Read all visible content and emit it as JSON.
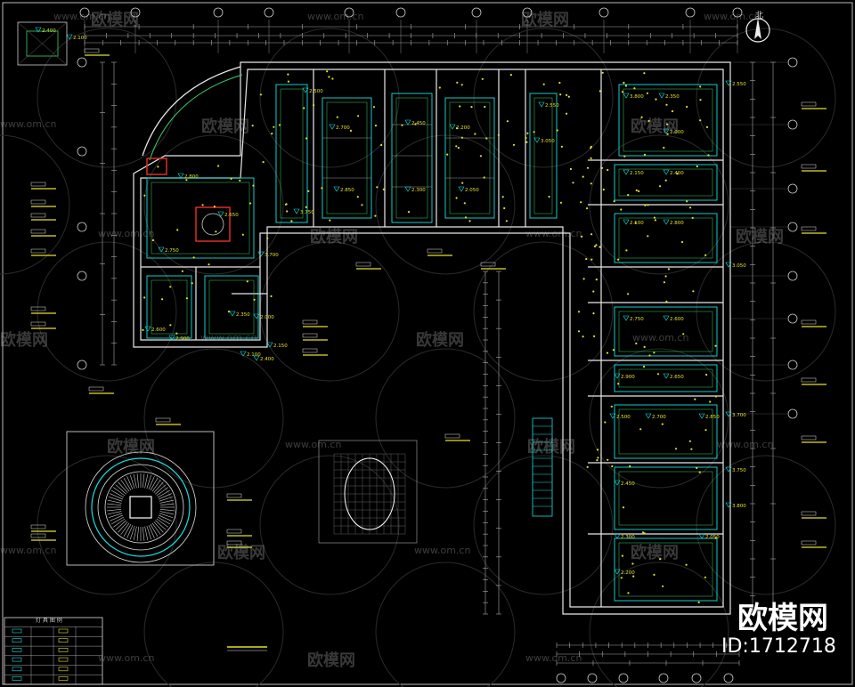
{
  "watermarks": {
    "brand_text": "欧模网",
    "url_text": "www.om.cn",
    "id_text": "ID:1712718"
  },
  "drawing": {
    "north_label": "北",
    "table_title": "灯 具 图 例",
    "spot_levels": [
      "2.400",
      "2.100",
      "2.800",
      "2.750",
      "2.600",
      "2.900",
      "2.650",
      "2.500",
      "2.700",
      "2.850",
      "2.450",
      "2.300",
      "2.200",
      "2.050",
      "2.550",
      "3.050",
      "3.700",
      "3.750",
      "3.800",
      "2.350",
      "2.000",
      "2.150"
    ]
  },
  "colors": {
    "background": "#000000",
    "wall": "#e8e8e8",
    "grid": "#ffffff",
    "cyan": "#17e0e0",
    "yellow": "#e6e02a",
    "green": "#3ad06a",
    "red": "#e02a2a",
    "watermark": "#c8c8c8"
  }
}
